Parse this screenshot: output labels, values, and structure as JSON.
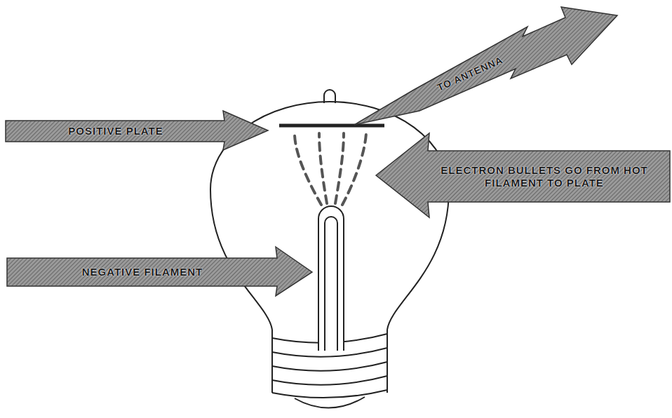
{
  "diagram": {
    "nodes": [
      {
        "text": [
          "TO ANTENNA"
        ]
      },
      {
        "text": [
          "POSITIVE PLATE"
        ]
      },
      {
        "text": [
          "ELECTRON BULLETS GO FROM HOT FILAMENT TO PLATE"
        ]
      },
      {
        "text": [
          "NEGATIVE FILAMENT"
        ]
      }
    ]
  }
}
